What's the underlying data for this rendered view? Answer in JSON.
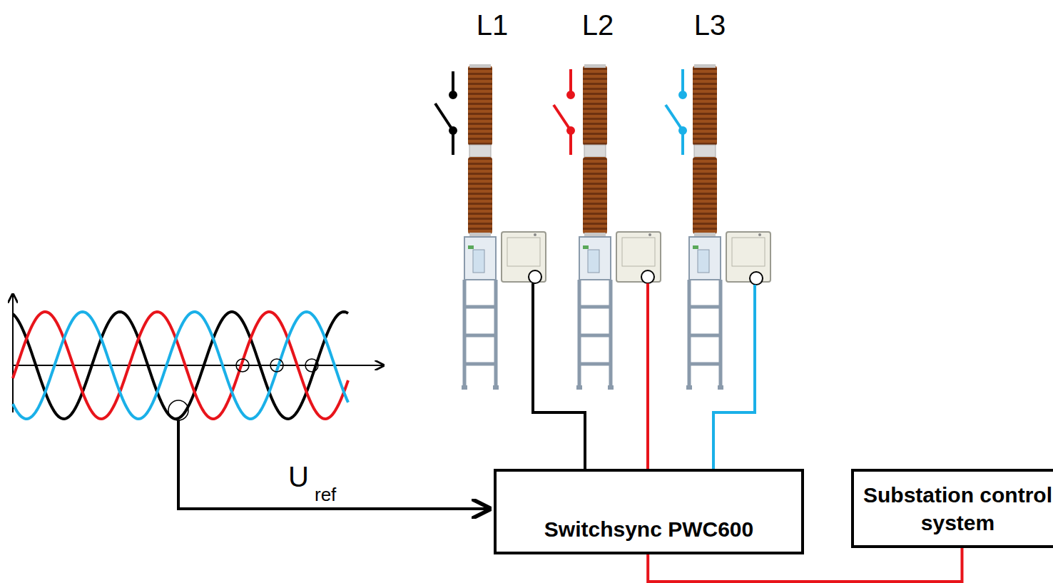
{
  "diagram": {
    "nodes": [
      {
        "text": [
          "Switchsync PWC600"
        ]
      },
      {
        "text": [
          "Substation control system"
        ]
      }
    ],
    "edges": [
      {
        "from": 0,
        "to": 1,
        "arrow": "none"
      }
    ],
    "labels": [
      "L1",
      "L2",
      "L3",
      "U",
      "ref"
    ]
  }
}
